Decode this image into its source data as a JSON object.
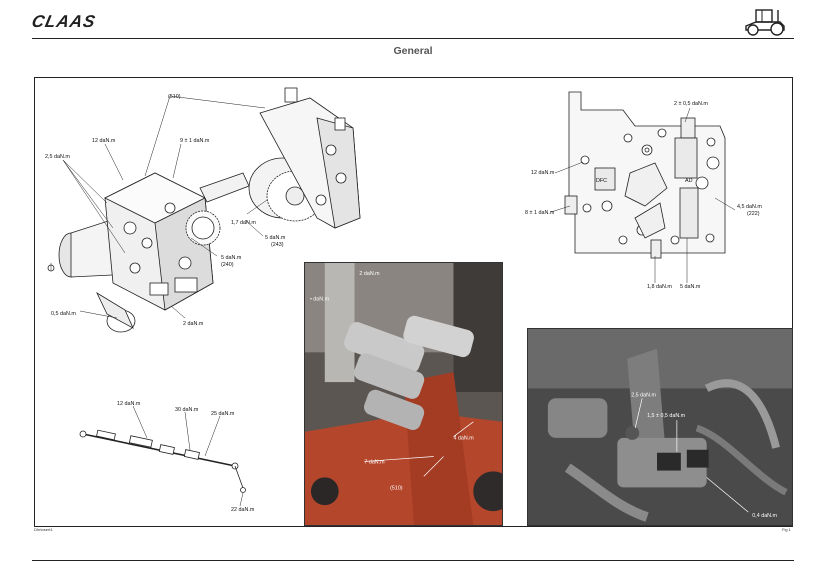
{
  "header": {
    "brand": "CLAAS",
    "section": "General"
  },
  "diagram_top_left": {
    "callouts": {
      "ref_510": "(510)",
      "torque_12": "12 daN.m",
      "torque_9": "9 ± 1 daN.m",
      "torque_2_5": "2,5 daN.m",
      "torque_1_7": "1,7 daN.m",
      "torque_5_a": "5 daN.m",
      "ref_243": "(243)",
      "torque_5_b": "5 daN.m",
      "ref_240": "(240)",
      "torque_0_5": "0,5 daN.m",
      "torque_2": "2 daN.m"
    }
  },
  "diagram_top_right": {
    "callouts": {
      "torque_2_0_5": "2 ± 0,5 daN.m",
      "torque_12": "12 daN.m",
      "torque_8": "8 ± 1 daN.m",
      "torque_4_5": "4,5 daN.m",
      "ref_222": "(222)",
      "torque_1_8": "1,8 daN.m",
      "torque_5": "5 daN.m",
      "mark_dfc": "DFC",
      "mark_ad": "AD"
    }
  },
  "diagram_bottom_left": {
    "callouts": {
      "torque_12": "12 daN.m",
      "torque_30": "30 daN.m",
      "torque_25": "25 daN.m",
      "torque_22": "22 daN.m"
    }
  },
  "photo_left": {
    "callouts": {
      "torque_2": "2 daN.m",
      "torque_a": "• daN.m",
      "torque_7": "7 daN.m",
      "torque_4": "4 daN.m",
      "ref_510": "(510)"
    }
  },
  "photo_right": {
    "callouts": {
      "torque_2_5": "2,5 daN.m",
      "torque_1_5": "1,5 ± 0,5 daN.m",
      "torque_0_4": "0,4 daN.m"
    }
  },
  "footer": {
    "ref_left": "Dhrtosert1",
    "ref_right": "Fig 1"
  },
  "colors": {
    "cast_iron_red": "#b4462c",
    "dark_grey": "#3b3b3b",
    "line": "#222222"
  }
}
